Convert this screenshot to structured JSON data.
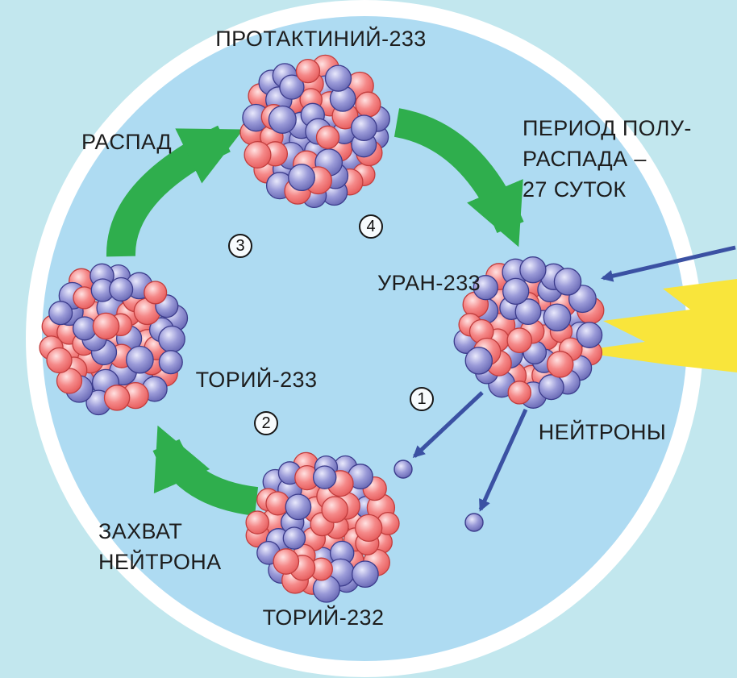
{
  "diagram": {
    "nodes": {
      "protactinium": {
        "label": "ПРОТАКТИНИЙ-233"
      },
      "uranium": {
        "label": "УРАН-233"
      },
      "thorium233": {
        "label": "ТОРИЙ-233"
      },
      "thorium232": {
        "label": "ТОРИЙ-232"
      }
    },
    "annotations": {
      "decay": "РАСПАД",
      "half_life_lines": [
        "ПЕРИОД ПОЛУ-",
        "РАСПАДА –",
        "27 СУТОК"
      ],
      "neutrons": "НЕЙТРОНЫ",
      "neutron_capture_lines": [
        "ЗАХВАТ",
        "НЕЙТРОНА"
      ]
    },
    "step_markers": [
      "1",
      "2",
      "3",
      "4"
    ],
    "colors": {
      "background_outer": "#c2e7ee",
      "background_inner": "#aedbf2",
      "ring": "#ffffff",
      "arrow_green": "#2fae4d",
      "lightning_yellow": "#f9e53b",
      "neutron_arrow_blue": "#3b51a3",
      "sphere_red": "#f58989",
      "sphere_blue": "#9a9ad8",
      "text": "#1d1d1d"
    }
  }
}
